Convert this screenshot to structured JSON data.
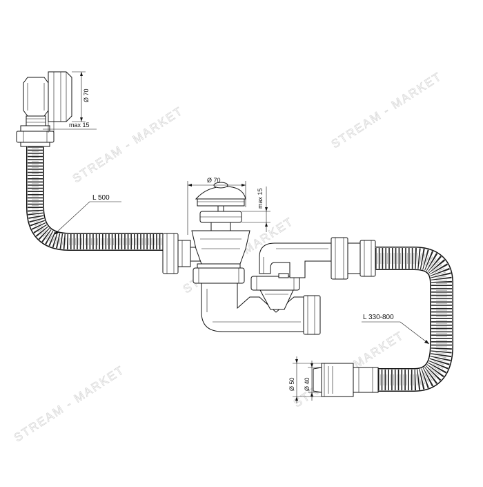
{
  "labels": {
    "overflow_diameter": "Ø 70",
    "overflow_max": "max 15",
    "hose_left_length": "L 500",
    "drain_diameter": "Ø 70",
    "drain_max": "max 15",
    "hose_right_length": "L 330-800",
    "outlet_outer_diameter": "Ø 50",
    "outlet_inner_diameter": "Ø 40"
  },
  "watermark": {
    "text": "STREAM - MARKET"
  }
}
